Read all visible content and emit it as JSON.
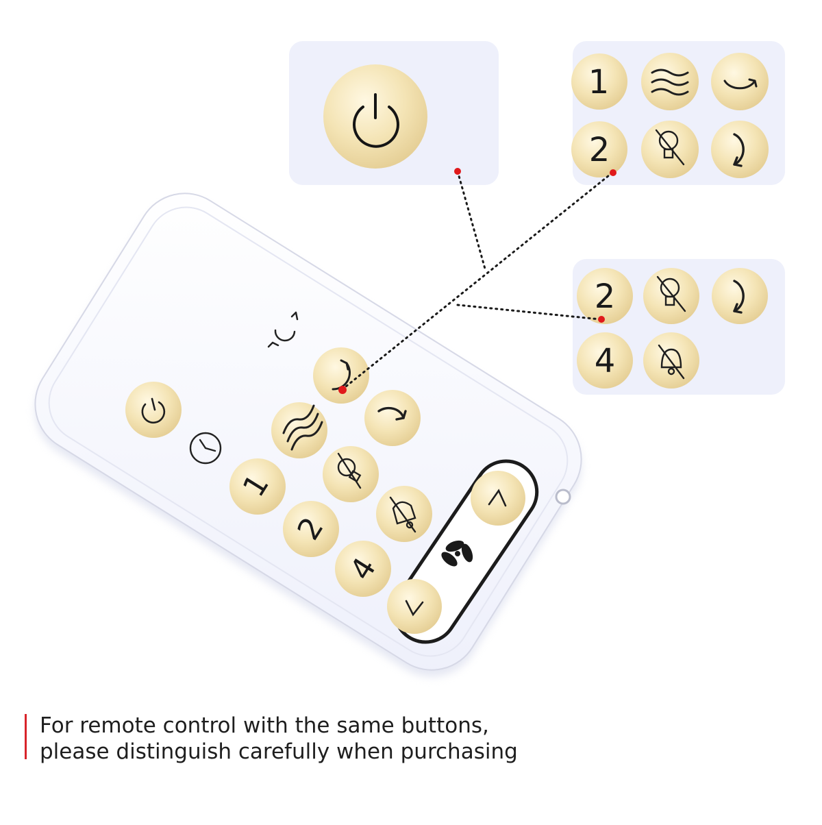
{
  "remote": {
    "buttons": {
      "power": "power-icon",
      "timer": "clock-icon",
      "mode": "wind-icon",
      "oscillate": "oscillate-icon",
      "rotate": "rotate-icon",
      "light_off": "light-off-icon",
      "mute": "bell-off-icon",
      "speed_up": "chevron-up-icon",
      "speed_down": "chevron-down-icon",
      "fan": "fan-icon"
    },
    "labels": {
      "one": "1",
      "two": "2",
      "four": "4"
    }
  },
  "callouts": {
    "panel_a": {
      "icons": [
        "power-icon"
      ]
    },
    "panel_b": {
      "labels": [
        "1",
        "2"
      ],
      "icons": [
        "wind-icon",
        "swing-icon",
        "light-off-icon",
        "rotate-icon"
      ]
    },
    "panel_c": {
      "labels": [
        "2",
        "4"
      ],
      "icons": [
        "light-off-icon",
        "rotate-icon",
        "bell-off-icon"
      ]
    }
  },
  "colors": {
    "button_fill": "#f3e3b4",
    "panel_bg": "#eef0fb",
    "remote_body": "#f9f9ff",
    "marker": "#e0191b",
    "accent_bar": "#d8242a"
  },
  "caption": {
    "line1": "For remote control with the same buttons,",
    "line2": "please distinguish carefully when purchasing"
  }
}
